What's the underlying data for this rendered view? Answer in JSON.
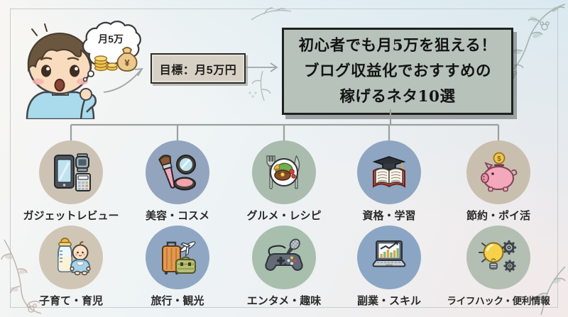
{
  "illustration": {
    "thought_text": "月5万",
    "money_bag_symbol": "¥"
  },
  "goal": {
    "label": "目標：月5万円"
  },
  "title": {
    "line1": "初心者でも月5万を狙える！",
    "line2": "ブログ収益化でおすすめの",
    "line3": "稼げるネタ10選"
  },
  "topics": [
    {
      "label": "ガジェットレビュー",
      "icon": "gadget-review",
      "circle_color": "#cdc3b4"
    },
    {
      "label": "美容・コスメ",
      "icon": "beauty-cosmetics",
      "circle_color": "#92a4be"
    },
    {
      "label": "グルメ・レシピ",
      "icon": "gourmet-recipe",
      "circle_color": "#a9bcae"
    },
    {
      "label": "資格・学習",
      "icon": "qualifications-learning",
      "circle_color": "#8ea6c1"
    },
    {
      "label": "節約・ポイ活",
      "icon": "saving-point-activity",
      "circle_color": "#c9bfaf",
      "coin_symbol": "$"
    },
    {
      "label": "子育て・育児",
      "icon": "parenting-childcare",
      "circle_color": "#cfc6b6"
    },
    {
      "label": "旅行・観光",
      "icon": "travel-sightseeing",
      "circle_color": "#90a7c3"
    },
    {
      "label": "エンタメ・趣味",
      "icon": "entertainment-hobby",
      "circle_color": "#a8bfad"
    },
    {
      "label": "副業・スキル",
      "icon": "side-job-skill",
      "circle_color": "#8ba6c4"
    },
    {
      "label": "ライフハック・便利情報",
      "icon": "lifehack-useful-info",
      "circle_color": "#b2bfb2"
    }
  ],
  "colors": {
    "title_box_bg": "#b7c3ba",
    "goal_box_bg": "#d7d1c5",
    "connector_line": "#9aa19c"
  }
}
